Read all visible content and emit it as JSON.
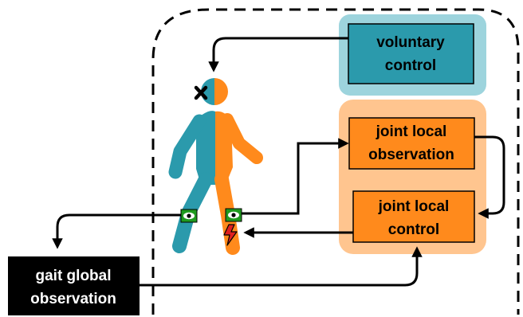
{
  "boxes": {
    "voluntary_control": {
      "line1": "voluntary",
      "line2": "control"
    },
    "joint_local_observation": {
      "line1": "joint local",
      "line2": "observation"
    },
    "joint_local_control": {
      "line1": "joint local",
      "line2": "control"
    },
    "gait_global_observation": {
      "line1": "gait global",
      "line2": "observation"
    }
  },
  "colors": {
    "teal": "#2b9aac",
    "teal_light": "#9dd4dd",
    "orange": "#ff8a1c",
    "orange_light": "#ffc58f",
    "black": "#000000",
    "sensor_green": "#1f9a1f"
  },
  "icons": [
    "eye-icon",
    "lightning-icon",
    "x-mark-icon",
    "walking-person-icon"
  ]
}
